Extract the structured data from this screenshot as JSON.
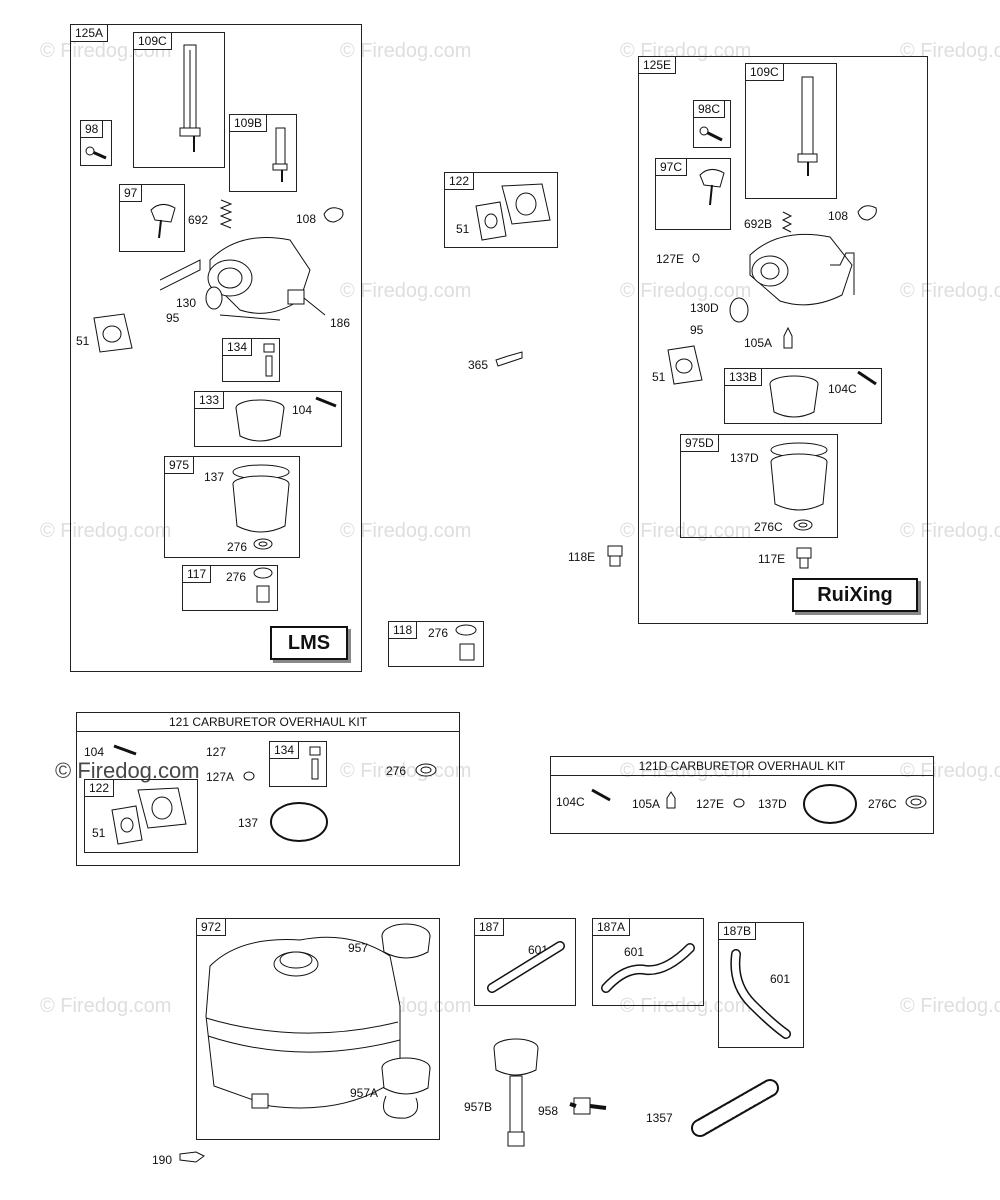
{
  "watermark": "© Firedog.com",
  "groups": {
    "g125A": {
      "tag": "125A",
      "brand": "LMS",
      "parts": {
        "p109C": "109C",
        "p98": "98",
        "p109B": "109B",
        "p97": "97",
        "p692": "692",
        "p108": "108",
        "p130": "130",
        "p95": "95",
        "p186": "186",
        "p51": "51",
        "p134": "134",
        "p133": "133",
        "p104": "104",
        "p975": "975",
        "p137": "137",
        "p276a": "276",
        "p117": "117",
        "p276b": "276"
      }
    },
    "g122": {
      "tag": "122",
      "part51": "51"
    },
    "p365": "365",
    "g118": {
      "tag": "118",
      "part276": "276"
    },
    "g125E": {
      "tag": "125E",
      "brand": "RuiXing",
      "parts": {
        "p109C": "109C",
        "p98C": "98C",
        "p97C": "97C",
        "p692B": "692B",
        "p108": "108",
        "p127E": "127E",
        "p130D": "130D",
        "p95": "95",
        "p105A": "105A",
        "p51": "51",
        "p133B": "133B",
        "p104C": "104C",
        "p975D": "975D",
        "p137D": "137D",
        "p276C": "276C",
        "p117E": "117E"
      }
    },
    "p118E": "118E",
    "kit121": {
      "title": "121 CARBURETOR OVERHAUL KIT",
      "parts": {
        "p104": "104",
        "p127": "127",
        "p127A": "127A",
        "p134": "134",
        "p276": "276",
        "p122": "122",
        "p51": "51",
        "p137": "137"
      }
    },
    "kit121D": {
      "title": "121D CARBURETOR OVERHAUL KIT",
      "parts": {
        "p104C": "104C",
        "p105A": "105A",
        "p127E": "127E",
        "p137D": "137D",
        "p276C": "276C"
      }
    },
    "g972": {
      "tag": "972",
      "parts": {
        "p957": "957",
        "p957A": "957A"
      }
    },
    "p190": "190",
    "g187": {
      "tag": "187",
      "part601": "601"
    },
    "g187A": {
      "tag": "187A",
      "part601": "601"
    },
    "g187B": {
      "tag": "187B",
      "part601": "601"
    },
    "p957B": "957B",
    "p958": "958",
    "p1357": "1357"
  }
}
